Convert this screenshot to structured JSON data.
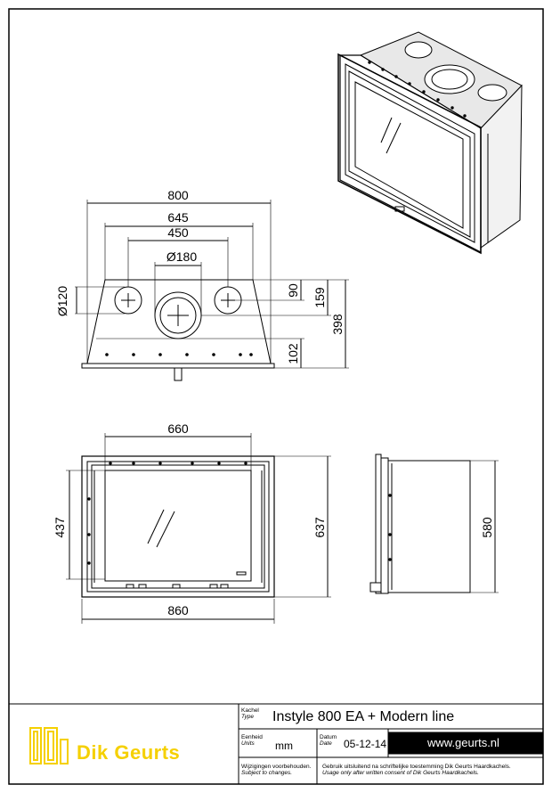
{
  "top_view": {
    "dim_width": "800",
    "dim_frame": "645",
    "dim_outer_holes": "450",
    "dim_center_hole": "Ø180",
    "dim_side_hole": "Ø120",
    "dim_90": "90",
    "dim_159": "159",
    "dim_398": "398",
    "dim_102": "102"
  },
  "front_view": {
    "dim_glass_width": "660",
    "dim_glass_height": "437",
    "dim_height": "637",
    "dim_outer_width": "860"
  },
  "side_view": {
    "dim_height": "580"
  },
  "title_block": {
    "type_label_nl": "Kachel",
    "type_label_en": "Type",
    "type_value": "Instyle 800 EA + Modern line",
    "units_label_nl": "Eenheid",
    "units_label_en": "Units",
    "units_value": "mm",
    "date_label_nl": "Datum",
    "date_label_en": "Date",
    "date_value": "05-12-14",
    "website": "www.geurts.nl",
    "changes_nl": "Wijzigingen voorbehouden.",
    "changes_en": "Subject to changes.",
    "consent_nl": "Gebruik uitsluitend na schriftelijke toestemming Dik Geurts Haardkachels.",
    "consent_en": "Usage only after written consent of Dik Geurts Haardkachels.",
    "logo_text": "Dik Geurts"
  },
  "colors": {
    "logo_yellow": "#f5d000",
    "line": "#000000",
    "gray_fill": "#d9d9d9"
  }
}
